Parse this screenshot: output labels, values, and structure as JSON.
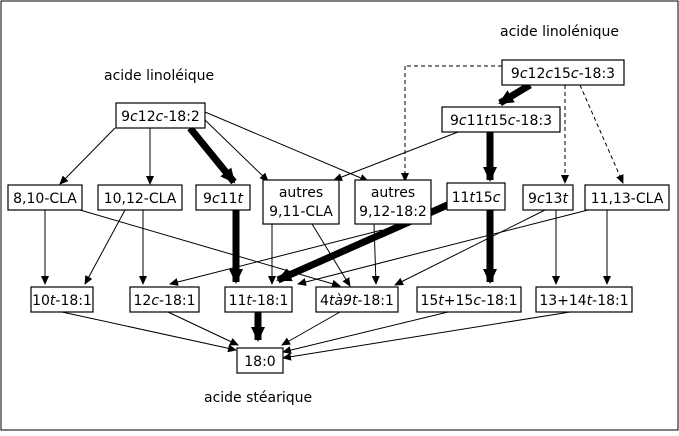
{
  "diagram": {
    "titles": {
      "linoleique": "acide linoléique",
      "linolenique": "acide linolénique",
      "stearique": "acide stéarique"
    },
    "nodes": {
      "n1812": [
        {
          "t": "9"
        },
        {
          "t": "c",
          "i": true
        },
        {
          "t": "12"
        },
        {
          "t": "c",
          "i": true
        },
        {
          "t": "-18:2"
        }
      ],
      "n1813": [
        {
          "t": "9"
        },
        {
          "t": "c",
          "i": true
        },
        {
          "t": "12"
        },
        {
          "t": "c",
          "i": true
        },
        {
          "t": "15"
        },
        {
          "t": "c",
          "i": true
        },
        {
          "t": "-18:3"
        }
      ],
      "n9c11t15c": [
        {
          "t": "9"
        },
        {
          "t": "c",
          "i": true
        },
        {
          "t": "11"
        },
        {
          "t": "t",
          "i": true
        },
        {
          "t": "15"
        },
        {
          "t": "c",
          "i": true
        },
        {
          "t": "-18:3"
        }
      ],
      "cla810": [
        {
          "t": "8,10-CLA"
        }
      ],
      "cla1012": [
        {
          "t": "10,12-CLA"
        }
      ],
      "n9c11t": [
        {
          "t": "9"
        },
        {
          "t": "c",
          "i": true
        },
        {
          "t": "11"
        },
        {
          "t": "t",
          "i": true
        }
      ],
      "autres911_l1": [
        {
          "t": "autres"
        }
      ],
      "autres911_l2": [
        {
          "t": "9,11-CLA"
        }
      ],
      "autres912_l1": [
        {
          "t": "autres"
        }
      ],
      "autres912_l2": [
        {
          "t": "9,12-18:2"
        }
      ],
      "n11t15c": [
        {
          "t": "11"
        },
        {
          "t": "t",
          "i": true
        },
        {
          "t": "15"
        },
        {
          "t": "c",
          "i": true
        }
      ],
      "n9c13t": [
        {
          "t": "9"
        },
        {
          "t": "c",
          "i": true
        },
        {
          "t": "13"
        },
        {
          "t": "t",
          "i": true
        }
      ],
      "cla1113": [
        {
          "t": "11,13-CLA"
        }
      ],
      "n10t": [
        {
          "t": "10"
        },
        {
          "t": "t",
          "i": true
        },
        {
          "t": "-18:1"
        }
      ],
      "n12c": [
        {
          "t": "12"
        },
        {
          "t": "c",
          "i": true
        },
        {
          "t": "-18:1"
        }
      ],
      "n11t": [
        {
          "t": "11"
        },
        {
          "t": "t",
          "i": true
        },
        {
          "t": "-18:1"
        }
      ],
      "n4a9t": [
        {
          "t": "4"
        },
        {
          "t": "tà9t",
          "i": true
        },
        {
          "t": "-18:1"
        }
      ],
      "n15t15c": [
        {
          "t": "15"
        },
        {
          "t": "t",
          "i": true
        },
        {
          "t": "+15"
        },
        {
          "t": "c",
          "i": true
        },
        {
          "t": "-18:1"
        }
      ],
      "n13p14t": [
        {
          "t": "13+14"
        },
        {
          "t": "t",
          "i": true
        },
        {
          "t": "-18:1"
        }
      ],
      "n180": [
        {
          "t": "18:0"
        }
      ]
    }
  }
}
